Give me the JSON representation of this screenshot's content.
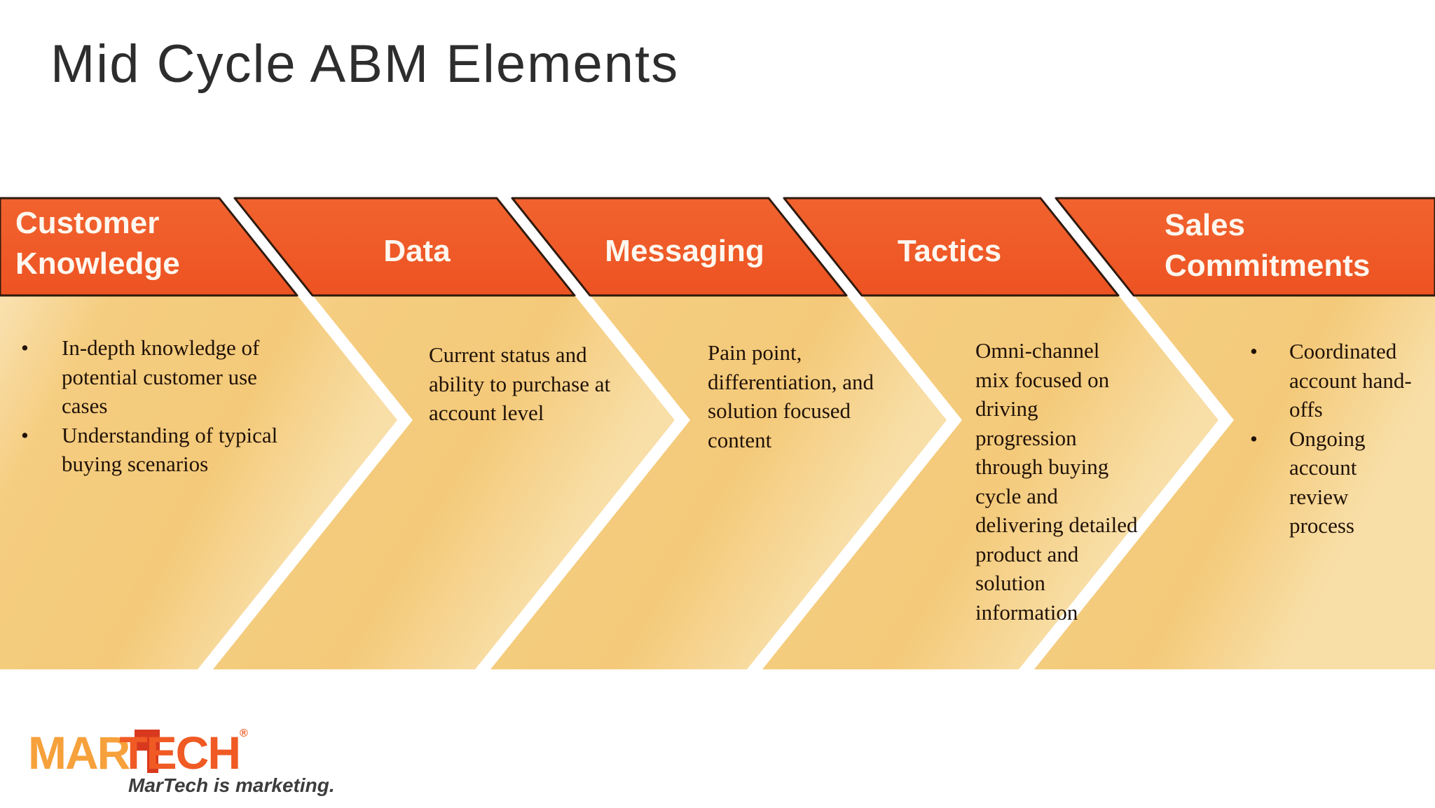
{
  "title": "Mid Cycle ABM Elements",
  "ui": {
    "bullet_char": "•",
    "band_color": "#EF5A28",
    "band_outline": "#2F1A0D",
    "chevron_gold": "#F5CD80",
    "chevron_light": "#FBEBC6",
    "header_text_color": "#FDF7EF",
    "body_text_color": "#201208"
  },
  "stages": [
    {
      "label": "Customer Knowledge",
      "label_display": "Customer\nKnowledge",
      "type": "bullets",
      "items": [
        "In-depth knowledge of\npotential customer use\ncases",
        "Understanding of typical\nbuying scenarios"
      ]
    },
    {
      "label": "Data",
      "type": "paragraph",
      "text": "Current status and\nability to purchase at\naccount level"
    },
    {
      "label": "Messaging",
      "type": "paragraph",
      "text": "Pain point,\ndifferentiation, and\nsolution focused\ncontent"
    },
    {
      "label": "Tactics",
      "type": "paragraph",
      "text": "Omni-channel\nmix focused on\ndriving\nprogression\nthrough buying\ncycle and\ndelivering detailed\nproduct and\nsolution\ninformation"
    },
    {
      "label": "Sales Commitments",
      "label_display": "Sales\nCommitments",
      "type": "bullets",
      "items": [
        "Coordinated\naccount hand-\noffs",
        "Ongoing\naccount\nreview\nprocess"
      ]
    }
  ],
  "logo": {
    "part1": "MAR",
    "part2": "TECH",
    "registered_mark": "®",
    "tagline": "MarTech is marketing."
  }
}
